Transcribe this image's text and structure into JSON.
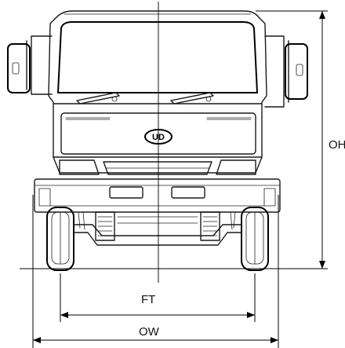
{
  "dimensions": {
    "overall_height": "OH",
    "front_track": "FT",
    "overall_width": "OW"
  },
  "badge": "UD"
}
